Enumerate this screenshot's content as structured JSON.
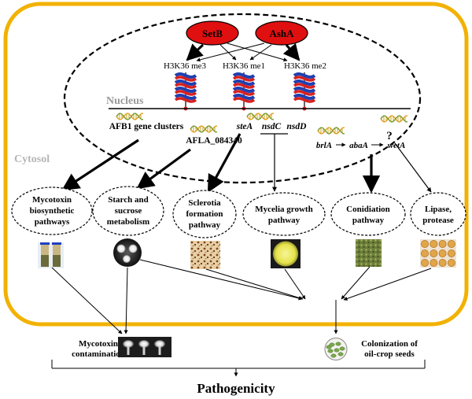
{
  "colors": {
    "cell_border": "#f2b203",
    "enzyme_fill": "#e01010",
    "nucleus_label": "#9a9a9a",
    "cytosol_label": "#b5b5b5",
    "dna_red": "#d62020",
    "dna_blue": "#2040b0"
  },
  "enzymes": {
    "setb": "SetB",
    "asha": "AshA"
  },
  "marks": {
    "me3": "H3K36 me3",
    "me1": "H3K36 me1",
    "me2": "H3K36 me2"
  },
  "compartments": {
    "nucleus": "Nucleus",
    "cytosol": "Cytosol"
  },
  "genes": {
    "afb1": "AFB1 gene clusters",
    "afla": "AFLA_084340",
    "stea": "steA",
    "nsdc": "nsdC",
    "nsdd": "nsdD",
    "brla": "brlA",
    "abaa": "abaA",
    "weta": "wetA",
    "unknown": "?"
  },
  "pathways": {
    "mycotoxin": [
      "Mycotoxin",
      "biosynthetic",
      "pathways"
    ],
    "starch": [
      "Starch and",
      "sucrose",
      "metabolism"
    ],
    "sclerotia": [
      "Sclerotia",
      "formation",
      "pathway"
    ],
    "mycelia": [
      "Mycelia growth",
      "pathway"
    ],
    "conidiation": [
      "Conidiation",
      "pathway"
    ],
    "lipase": [
      "Lipase,",
      "protease"
    ]
  },
  "outcomes": {
    "contamination": [
      "Mycotoxin",
      "contamination"
    ],
    "colonization": [
      "Colonization of",
      "oil-crop seeds"
    ],
    "pathogenicity": "Pathogenicity"
  },
  "icons": [
    "histone-chromatin-icon",
    "dna-helix-icon",
    "tlc-plate-icon",
    "colony-plate-icon",
    "sclerotia-photo-icon",
    "mycelia-plate-icon",
    "conidia-photo-icon",
    "well-plate-icon",
    "seed-dish-icon"
  ]
}
